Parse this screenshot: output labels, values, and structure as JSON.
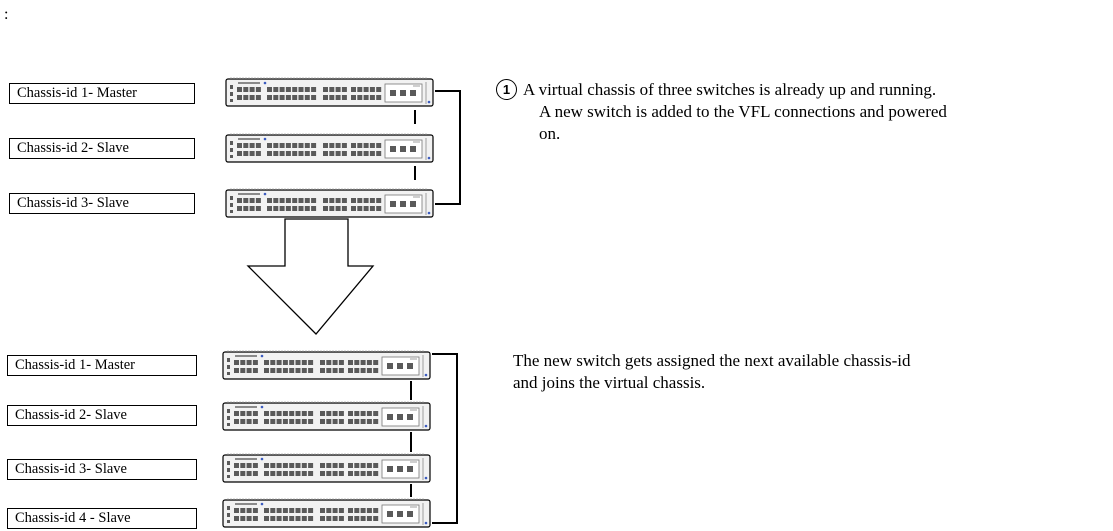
{
  "colon": ":",
  "before": {
    "labels": [
      "Chassis-id 1- Master",
      "Chassis-id 2- Slave",
      "Chassis-id 3- Slave"
    ]
  },
  "after": {
    "labels": [
      "Chassis-id 1- Master",
      "Chassis-id 2- Slave",
      "Chassis-id 3- Slave",
      "Chassis-id 4 - Slave"
    ]
  },
  "step1": {
    "badge": "1",
    "line1": "A virtual chassis of three switches is already up and running.",
    "line2": "A new switch is added to the VFL connections and powered",
    "line3": "on."
  },
  "step2": {
    "line1": "The new switch gets assigned the next available chassis-id",
    "line2": "and joins the virtual chassis."
  },
  "colors": {
    "stroke": "#000000",
    "switch_fill": "#f2f2f2",
    "port": "#5a5a5a",
    "accent": "#3b5bbf"
  }
}
